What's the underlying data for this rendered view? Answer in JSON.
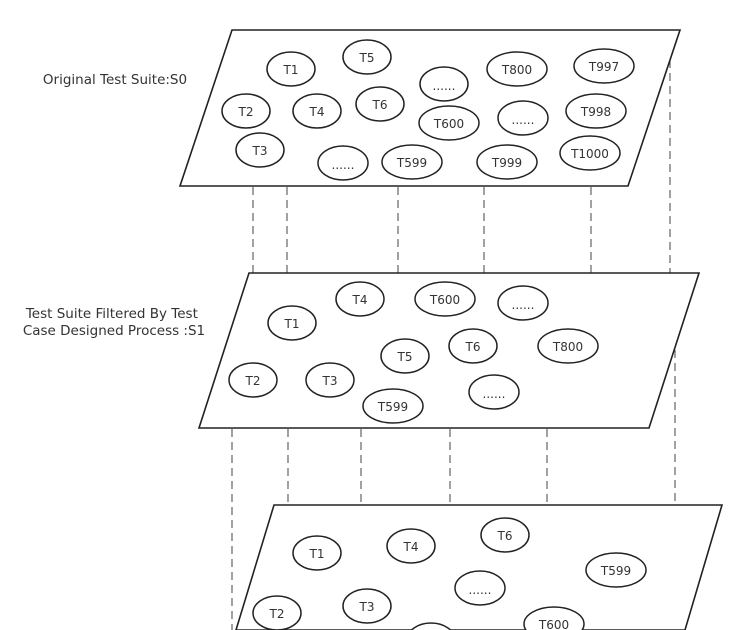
{
  "layers": [
    {
      "id": "s0",
      "label_lines": [
        "Original Test Suite:S0"
      ],
      "nodes": [
        "T1",
        "T5",
        "T2",
        "T4",
        "T6",
        "T3",
        "......",
        "T600",
        "T800",
        "T997",
        "......",
        "T998",
        "T599",
        "T999",
        "T1000",
        "......"
      ]
    },
    {
      "id": "s1",
      "label_lines": [
        "Test Suite Filtered By Test",
        "Case Designed Process :S1"
      ],
      "nodes": [
        "T4",
        "T600",
        "......",
        "T1",
        "T6",
        "T800",
        "T5",
        "T2",
        "T3",
        "T599",
        "......"
      ]
    },
    {
      "id": "s2",
      "label_lines": [],
      "nodes": [
        "T6",
        "T1",
        "T4",
        "T599",
        "......",
        "T3",
        "T2",
        "T600"
      ]
    }
  ]
}
